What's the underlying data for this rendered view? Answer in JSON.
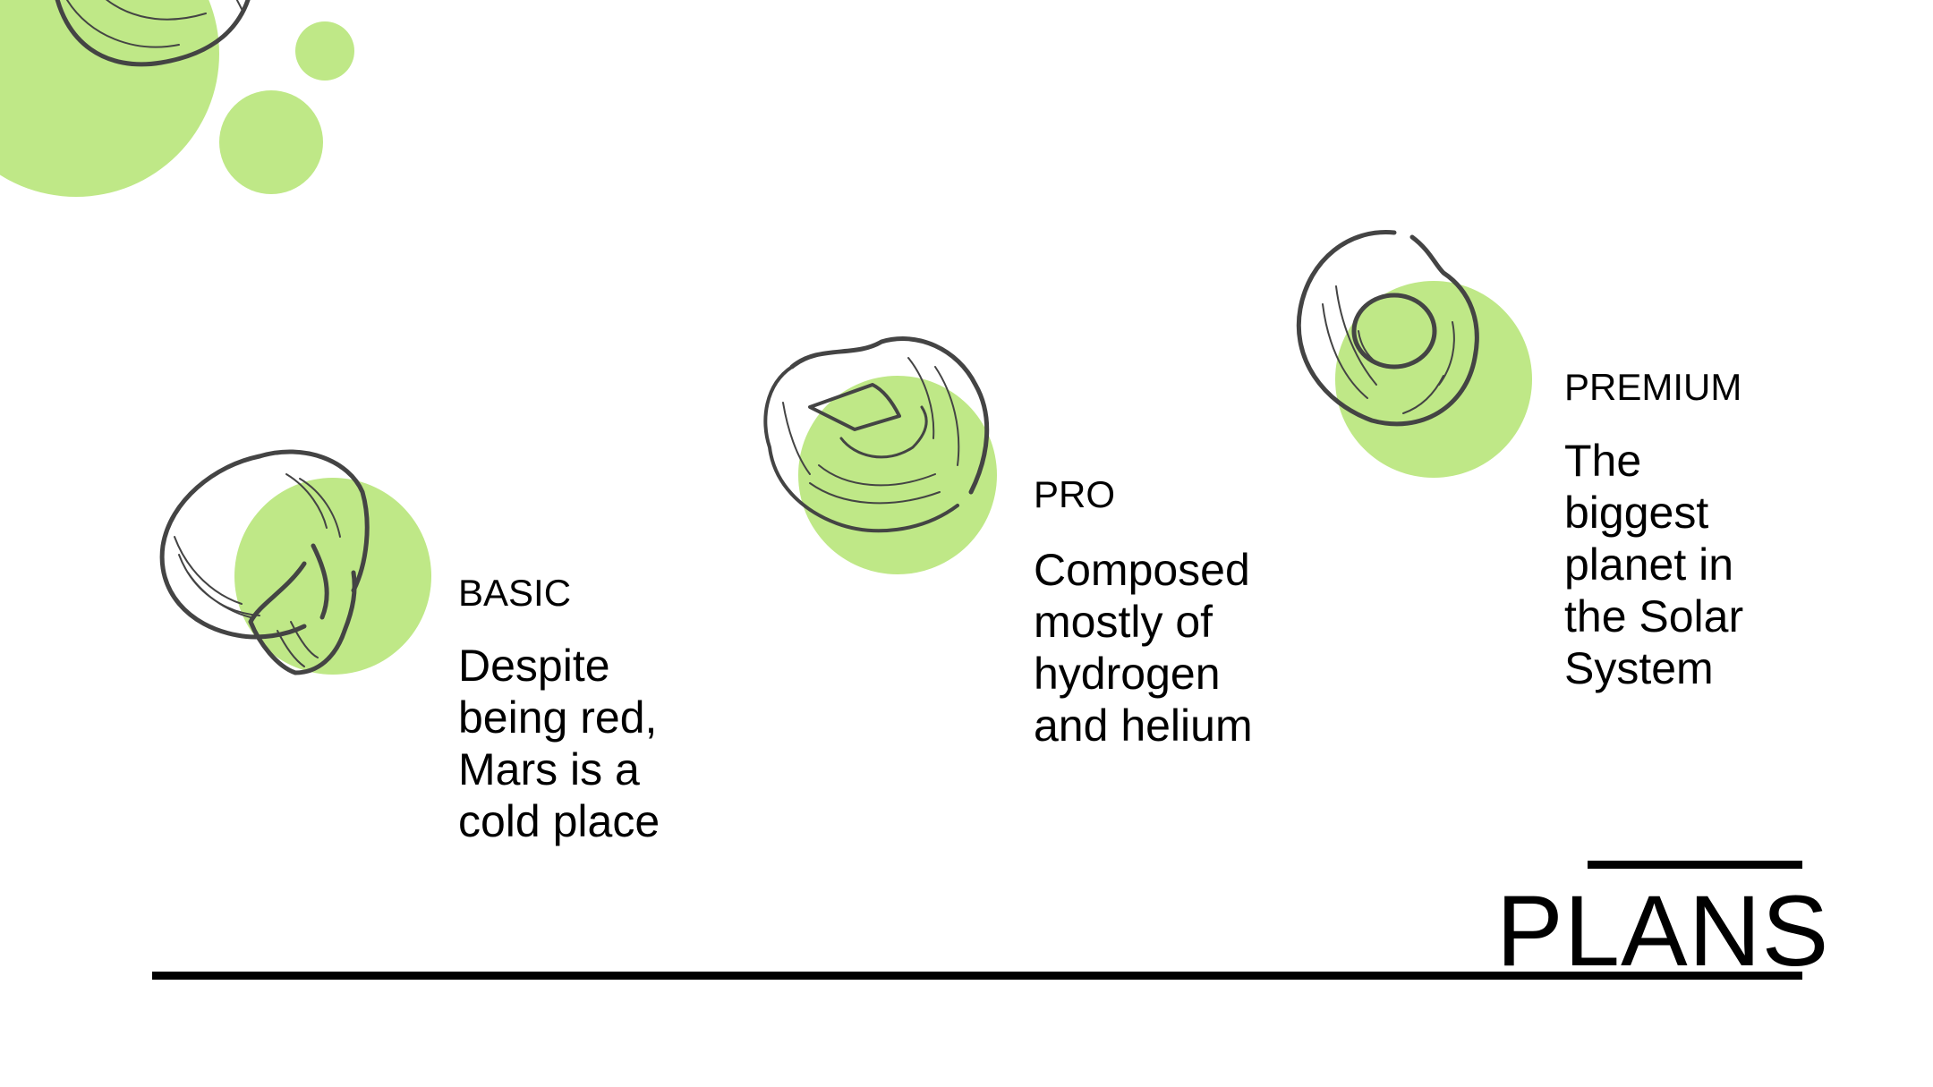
{
  "slide": {
    "title": "PLANS",
    "accent_color": "#bfe887",
    "line_color": "#000000",
    "plans": [
      {
        "name": "BASIC",
        "description": "Despite being red, Mars is a cold place",
        "icon": "mushroom-icon"
      },
      {
        "name": "PRO",
        "description": "Composed mostly of hydrogen and helium",
        "icon": "bell-pepper-icon"
      },
      {
        "name": "PREMIUM",
        "description": "The biggest planet in the Solar System",
        "icon": "peach-icon"
      }
    ]
  }
}
